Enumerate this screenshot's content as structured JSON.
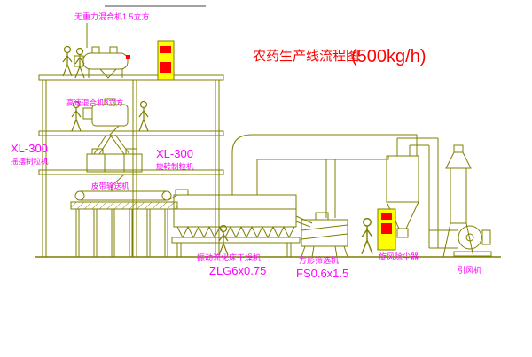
{
  "title": {
    "text": "农药生产线流程图",
    "capacity": "(500kg/h)"
  },
  "labels": {
    "gravity_mixer": "无重力混合机1.5立方",
    "high_speed_mixer": "高速混合机3立方",
    "granulator_left_model": "XL-300",
    "granulator_left_name": "摇摆制粒机",
    "granulator_mid_model": "XL-300",
    "granulator_mid_name": "旋转制粒机",
    "belt_conveyor": "皮带输送机",
    "fluidbed_dryer": "振动流化床干燥机",
    "fluidbed_model": "ZLG6x0.75",
    "square_sieve": "方形筛选机",
    "square_sieve_model": "FS0.6x1.5",
    "cyclone": "旋风除尘器",
    "induced_fan": "引风机"
  },
  "colors": {
    "line": "#7f7f00",
    "label": "#ff00ff",
    "title": "#ff0000",
    "panel": "#ffff00",
    "panel_accent": "#ff0000",
    "background": "#ffffff"
  }
}
